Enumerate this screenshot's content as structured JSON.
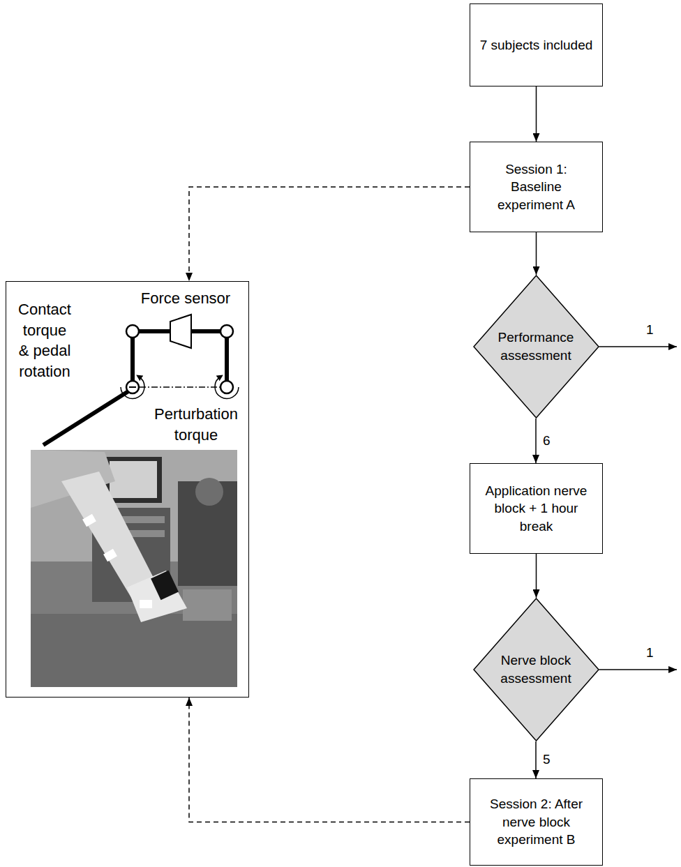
{
  "diagram": {
    "nodes": [
      {
        "text": [
          "7 subjects included"
        ]
      },
      {
        "text": [
          "Session 1: Baseline experiment A"
        ]
      },
      {
        "text": [
          "Contact torque & pedal rotation",
          "Force sensor",
          "Perturbation torque"
        ]
      },
      {
        "text": [
          "Performance assessment"
        ]
      },
      {
        "text": [
          "Application nerve block + 1 hour break"
        ]
      },
      {
        "text": [
          "Nerve block assessment"
        ]
      },
      {
        "text": [
          "Session 2: After nerve block experiment B"
        ]
      }
    ],
    "edges": [
      {
        "from": 0,
        "to": 1,
        "arrow": "to"
      },
      {
        "from": 1,
        "to": 2,
        "arrow": "to"
      },
      {
        "from": 1,
        "to": 3,
        "arrow": "to"
      },
      {
        "from": 3,
        "to": 4,
        "arrow": "to",
        "label": "6"
      },
      {
        "from": 4,
        "to": 5,
        "arrow": "to"
      },
      {
        "from": 5,
        "to": 6,
        "arrow": "to",
        "label": "5"
      },
      {
        "from": 6,
        "to": 2,
        "arrow": "to"
      }
    ],
    "labels": [
      "1",
      "1"
    ]
  }
}
